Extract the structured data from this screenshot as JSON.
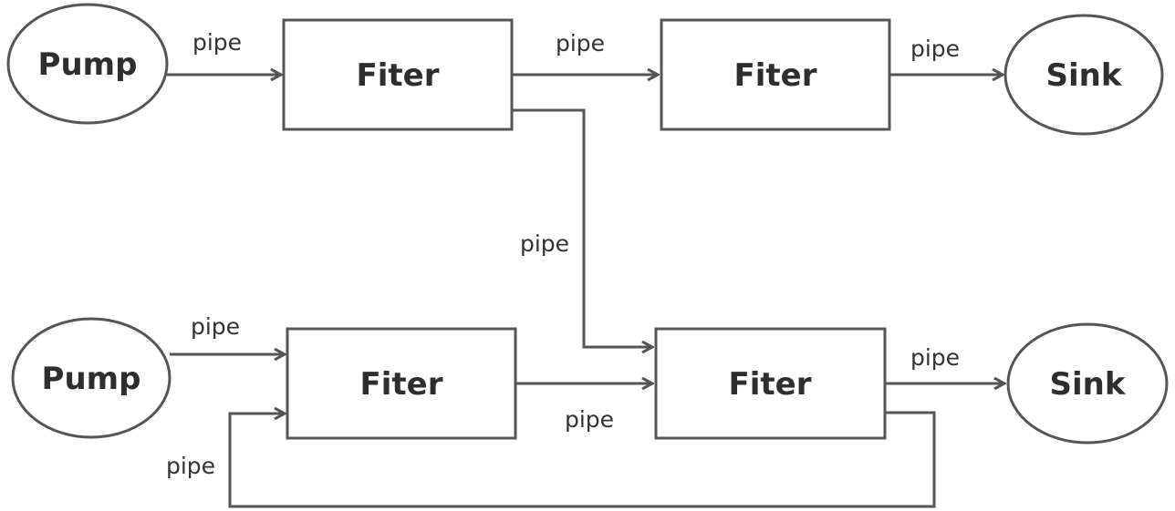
{
  "diagram": {
    "nodes": {
      "pump_top": "Pump",
      "filter_top_1": "Fiter",
      "filter_top_2": "Fiter",
      "sink_top": "Sink",
      "pump_bottom": "Pump",
      "filter_bottom_1": "Fiter",
      "filter_bottom_2": "Fiter",
      "sink_bottom": "Sink"
    },
    "edges": {
      "pump_top_to_filter_top_1": "pipe",
      "filter_top_1_to_filter_top_2": "pipe",
      "filter_top_2_to_sink_top": "pipe",
      "filter_top_1_to_filter_bottom_2": "pipe",
      "pump_bottom_to_filter_bottom_1": "pipe",
      "filter_bottom_1_to_filter_bottom_2": "pipe",
      "filter_bottom_2_to_sink_bottom": "pipe",
      "filter_bottom_2_loop_to_filter_bottom_1": "pipe"
    },
    "colors": {
      "stroke": "#555555",
      "text": "#2e2e2e"
    }
  }
}
